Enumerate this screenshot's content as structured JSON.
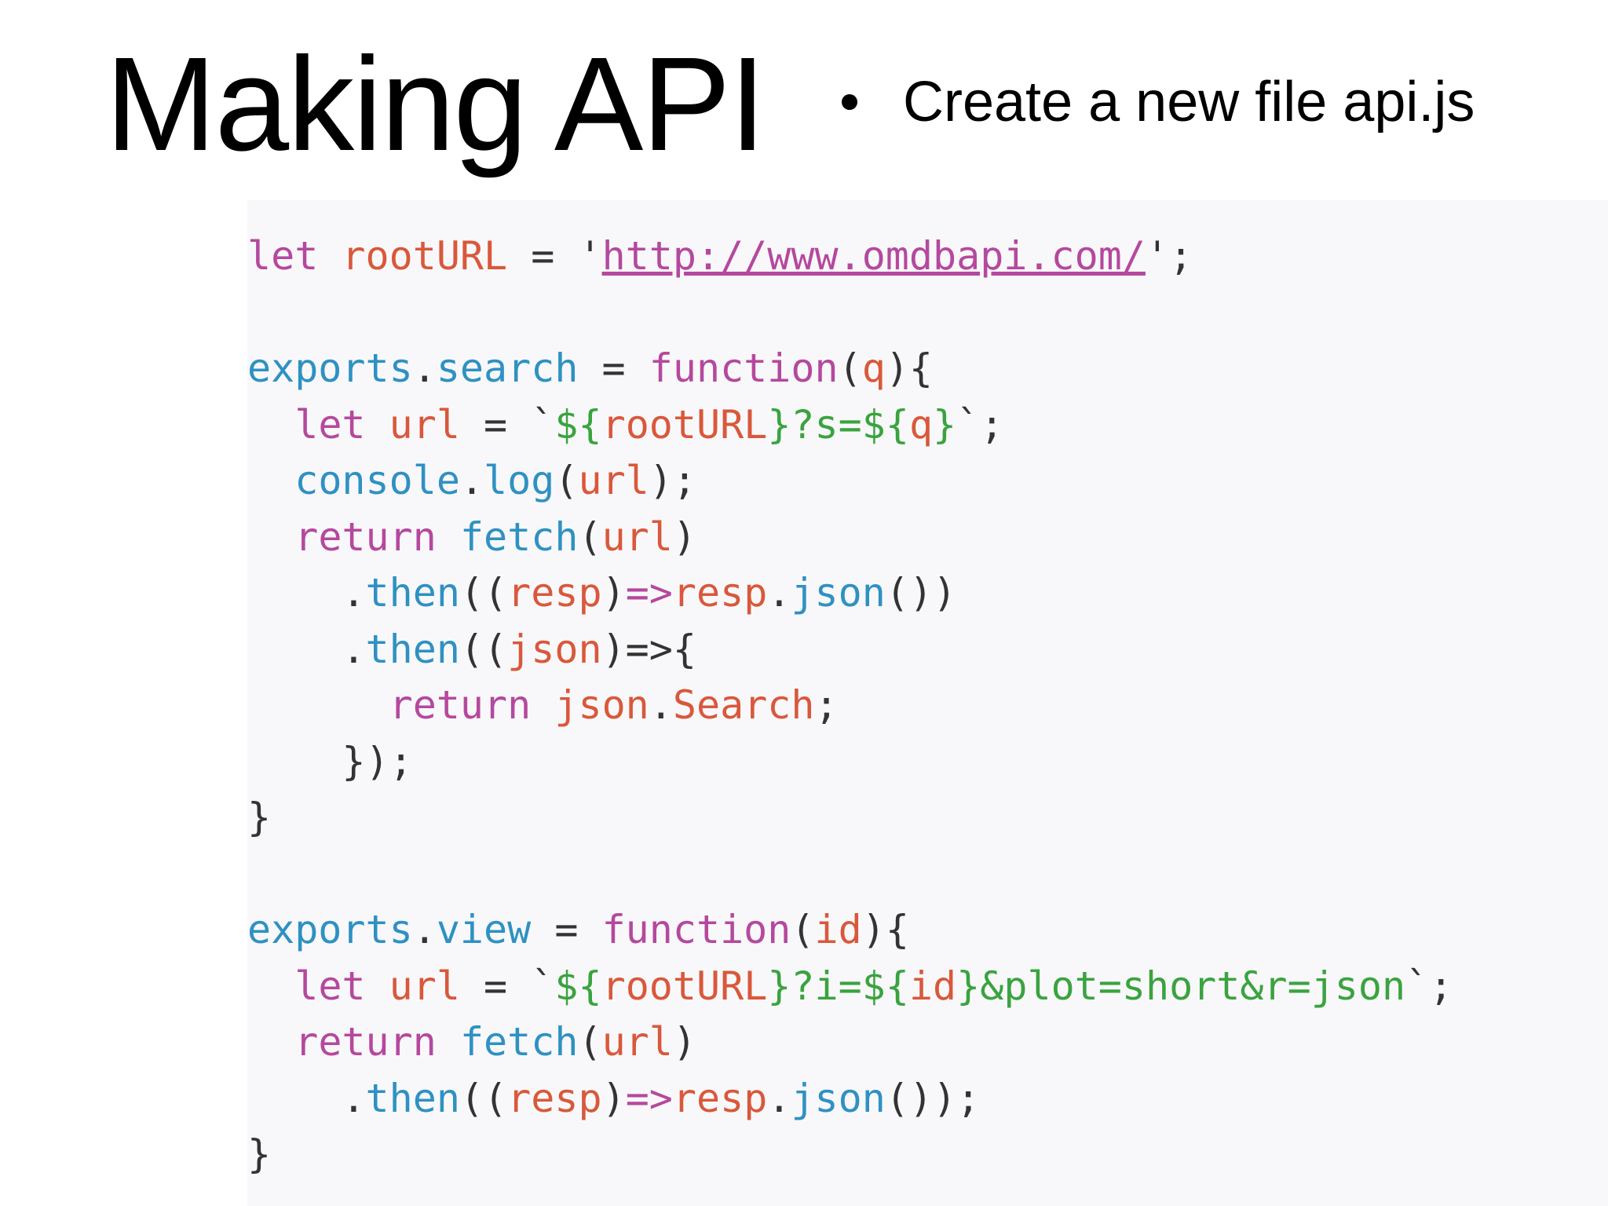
{
  "slide": {
    "title": "Making API",
    "bullets": [
      "Create a new file api.js"
    ]
  },
  "colors": {
    "keyword": "#b5489e",
    "variable": "#d9583b",
    "method": "#2e91c2",
    "string": "#3aa33f",
    "punctuation": "#333333",
    "code_background": "#f8f8fa"
  },
  "code_lines": [
    [
      [
        "kw",
        "let"
      ],
      [
        "pn",
        " "
      ],
      [
        "vr",
        "rootURL"
      ],
      [
        "pn",
        " = "
      ],
      [
        "pn",
        "'"
      ],
      [
        "ur",
        "http://www.omdbapi.com/"
      ],
      [
        "pn",
        "';"
      ]
    ],
    [],
    [
      [
        "mt",
        "exports"
      ],
      [
        "pn",
        "."
      ],
      [
        "mt",
        "search"
      ],
      [
        "pn",
        " = "
      ],
      [
        "kw",
        "function"
      ],
      [
        "pn",
        "("
      ],
      [
        "vr",
        "q"
      ],
      [
        "pn",
        "){"
      ]
    ],
    [
      [
        "pn",
        "  "
      ],
      [
        "kw",
        "let"
      ],
      [
        "pn",
        " "
      ],
      [
        "vr",
        "url"
      ],
      [
        "pn",
        " = "
      ],
      [
        "pn",
        "`"
      ],
      [
        "st",
        "${"
      ],
      [
        "vr",
        "rootURL"
      ],
      [
        "st",
        "}?s=${"
      ],
      [
        "vr",
        "q"
      ],
      [
        "st",
        "}"
      ],
      [
        "pn",
        "`;"
      ]
    ],
    [
      [
        "pn",
        "  "
      ],
      [
        "mt",
        "console"
      ],
      [
        "pn",
        "."
      ],
      [
        "mt",
        "log"
      ],
      [
        "pn",
        "("
      ],
      [
        "vr",
        "url"
      ],
      [
        "pn",
        ");"
      ]
    ],
    [
      [
        "pn",
        "  "
      ],
      [
        "kw",
        "return"
      ],
      [
        "pn",
        " "
      ],
      [
        "mt",
        "fetch"
      ],
      [
        "pn",
        "("
      ],
      [
        "vr",
        "url"
      ],
      [
        "pn",
        ")"
      ]
    ],
    [
      [
        "pn",
        "    ."
      ],
      [
        "mt",
        "then"
      ],
      [
        "pn",
        "(("
      ],
      [
        "vr",
        "resp"
      ],
      [
        "pn",
        ")"
      ],
      [
        "kw",
        "=>"
      ],
      [
        "vr",
        "resp"
      ],
      [
        "pn",
        "."
      ],
      [
        "mt",
        "json"
      ],
      [
        "pn",
        "())"
      ]
    ],
    [
      [
        "pn",
        "    ."
      ],
      [
        "mt",
        "then"
      ],
      [
        "pn",
        "(("
      ],
      [
        "vr",
        "json"
      ],
      [
        "pn",
        ")=>{"
      ]
    ],
    [
      [
        "pn",
        "      "
      ],
      [
        "kw",
        "return"
      ],
      [
        "pn",
        " "
      ],
      [
        "vr",
        "json"
      ],
      [
        "pn",
        "."
      ],
      [
        "vr",
        "Search"
      ],
      [
        "pn",
        ";"
      ]
    ],
    [
      [
        "pn",
        "    });"
      ]
    ],
    [
      [
        "pn",
        "}"
      ]
    ],
    [],
    [
      [
        "mt",
        "exports"
      ],
      [
        "pn",
        "."
      ],
      [
        "mt",
        "view"
      ],
      [
        "pn",
        " = "
      ],
      [
        "kw",
        "function"
      ],
      [
        "pn",
        "("
      ],
      [
        "vr",
        "id"
      ],
      [
        "pn",
        "){"
      ]
    ],
    [
      [
        "pn",
        "  "
      ],
      [
        "kw",
        "let"
      ],
      [
        "pn",
        " "
      ],
      [
        "vr",
        "url"
      ],
      [
        "pn",
        " = "
      ],
      [
        "pn",
        "`"
      ],
      [
        "st",
        "${"
      ],
      [
        "vr",
        "rootURL"
      ],
      [
        "st",
        "}?i=${"
      ],
      [
        "vr",
        "id"
      ],
      [
        "st",
        "}&plot=short&r=json"
      ],
      [
        "pn",
        "`;"
      ]
    ],
    [
      [
        "pn",
        "  "
      ],
      [
        "kw",
        "return"
      ],
      [
        "pn",
        " "
      ],
      [
        "mt",
        "fetch"
      ],
      [
        "pn",
        "("
      ],
      [
        "vr",
        "url"
      ],
      [
        "pn",
        ")"
      ]
    ],
    [
      [
        "pn",
        "    ."
      ],
      [
        "mt",
        "then"
      ],
      [
        "pn",
        "(("
      ],
      [
        "vr",
        "resp"
      ],
      [
        "pn",
        ")"
      ],
      [
        "kw",
        "=>"
      ],
      [
        "vr",
        "resp"
      ],
      [
        "pn",
        "."
      ],
      [
        "mt",
        "json"
      ],
      [
        "pn",
        "());"
      ]
    ],
    [
      [
        "pn",
        "}"
      ]
    ]
  ]
}
